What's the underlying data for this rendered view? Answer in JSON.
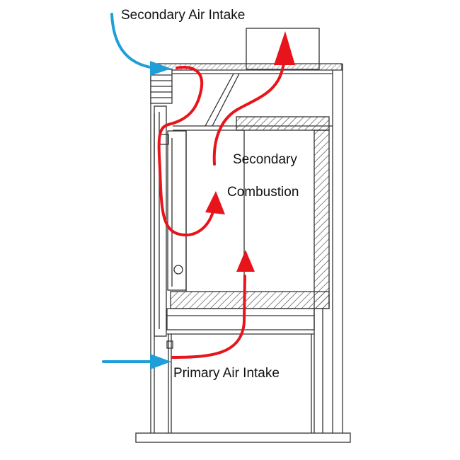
{
  "labels": {
    "secondary_air_intake": "Secondary Air Intake",
    "secondary": "Secondary",
    "combustion": "Combustion",
    "primary_air_intake": "Primary Air Intake"
  },
  "colors": {
    "hot_air_flow": "#e8141b",
    "cold_air_flow": "#1e9fd8",
    "line_work": "#333333",
    "hatch": "#555555"
  }
}
